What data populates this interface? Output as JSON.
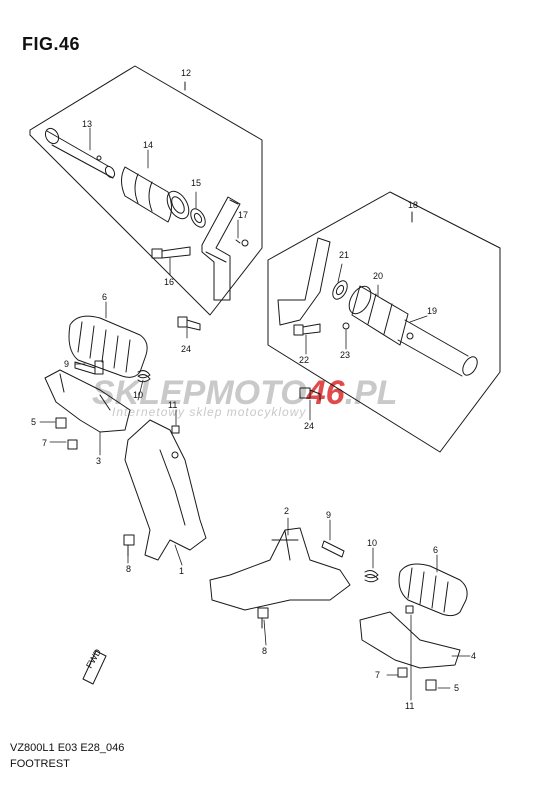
{
  "figure": {
    "title": "FIG.46",
    "code": "VZ800L1 E03 E28_046",
    "name": "FOOTREST"
  },
  "watermark": {
    "text_a": "SKLEP",
    "text_b": "MOTO",
    "text_c": "46",
    "text_d": ".PL",
    "subtitle": "Internetowy sklep motocyklowy"
  },
  "direction_label": "FWD",
  "callouts": {
    "n1": "1",
    "n2": "2",
    "n3": "3",
    "n4": "4",
    "n5a": "5",
    "n5b": "5",
    "n6a": "6",
    "n6b": "6",
    "n7a": "7",
    "n7b": "7",
    "n8a": "8",
    "n8b": "8",
    "n9a": "9",
    "n9b": "9",
    "n10a": "10",
    "n10b": "10",
    "n11a": "11",
    "n11b": "11",
    "n12": "12",
    "n13": "13",
    "n14": "14",
    "n15": "15",
    "n16": "16",
    "n17": "17",
    "n18": "18",
    "n19": "19",
    "n20": "20",
    "n21": "21",
    "n22": "22",
    "n23": "23",
    "n24a": "24",
    "n24b": "24"
  },
  "colors": {
    "line": "#1a1a1a",
    "watermark_gray": "#c9c9c9",
    "watermark_red": "#e14a4a"
  }
}
